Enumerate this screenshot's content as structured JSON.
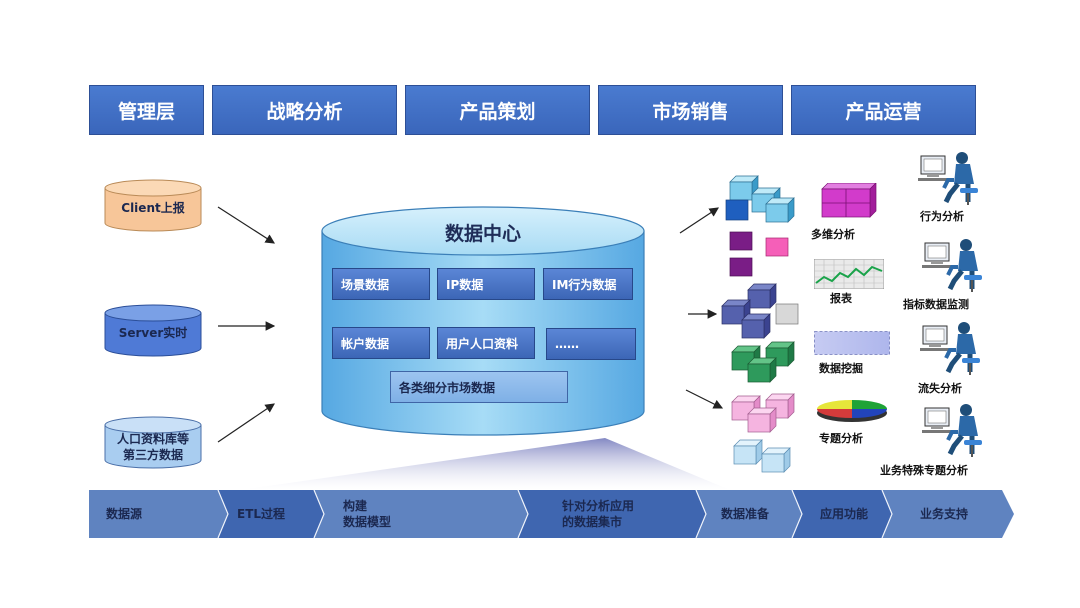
{
  "top_bar": [
    {
      "label": "管理层"
    },
    {
      "label": "战略分析"
    },
    {
      "label": "产品策划"
    },
    {
      "label": "市场销售"
    },
    {
      "label": "产品运营"
    }
  ],
  "sources": [
    {
      "label": "Client上报",
      "color": "#f7c699"
    },
    {
      "label": "Server实时",
      "color": "#4f7ad6"
    },
    {
      "label": "人口资料库等第三方数据",
      "line1": "人口资料库等",
      "line2": "第三方数据",
      "color": "#a9cdf0"
    }
  ],
  "data_center": {
    "title": "数据中心",
    "items": {
      "scene": "场景数据",
      "ip": "IP数据",
      "im": "IM行为数据",
      "account": "帐户数据",
      "population": "用户人口资料",
      "more": "……",
      "market": "各类细分市场数据"
    }
  },
  "outputs": [
    {
      "label": "多维分析"
    },
    {
      "label": "报表"
    },
    {
      "label": "数据挖掘"
    },
    {
      "label": "专题分析"
    }
  ],
  "users": [
    {
      "label": "行为分析"
    },
    {
      "label": "指标数据监测"
    },
    {
      "label": "流失分析"
    },
    {
      "label": "业务特殊专题分析"
    }
  ],
  "pipeline": [
    {
      "label": "数据源"
    },
    {
      "label": "ETL过程"
    },
    {
      "label": "构建数据模型",
      "line1": "构建",
      "line2": "数据模型"
    },
    {
      "label": "针对分析应用的数据集市",
      "line1": "针对分析应用",
      "line2": "的数据集市"
    },
    {
      "label": "数据准备"
    },
    {
      "label": "应用功能"
    },
    {
      "label": "业务支持"
    }
  ],
  "colors": {
    "primary_blue": "#3a66bb",
    "pipeline_dark": "#3a5d9e",
    "pipeline_light": "#5f83c0",
    "drum_fill": "#8cc8ef"
  }
}
